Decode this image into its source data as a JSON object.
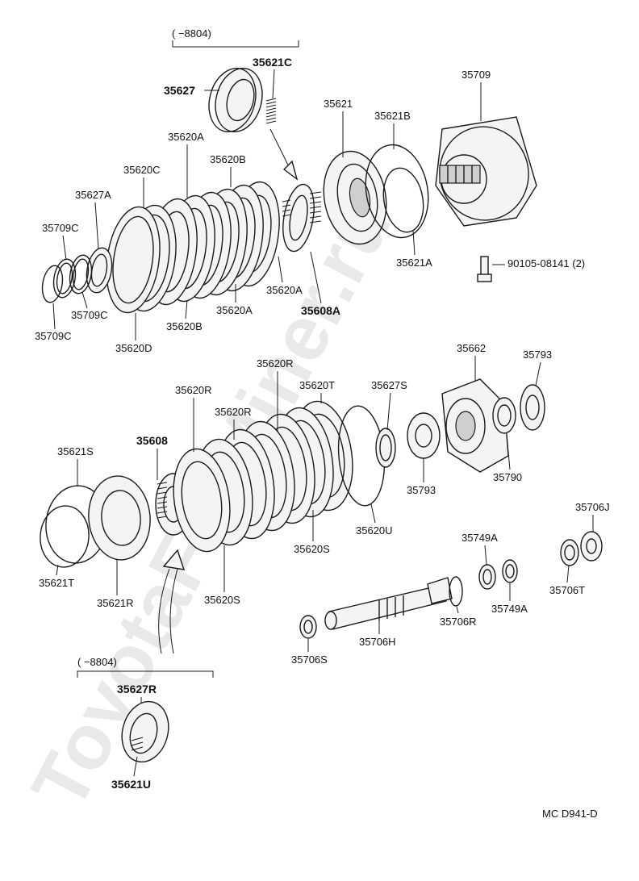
{
  "watermark": "ToyotaForMiner.ru",
  "diagram_code": "MC D941-D",
  "group_top": {
    "range": "(      −8804)"
  },
  "group_bottom": {
    "range": "(      −8804)"
  },
  "labels": {
    "l35621C": "35621C",
    "l35627": "35627",
    "l35709": "35709",
    "l35621": "35621",
    "l35621B": "35621B",
    "l35620A_top": "35620A",
    "l35620B_top": "35620B",
    "l35620C": "35620C",
    "l35627A": "35627A",
    "l35709C_1": "35709C",
    "l35621A": "35621A",
    "l90105": "90105-08141 (2)",
    "l35620A_mid": "35620A",
    "l35608A": "35608A",
    "l35620A_low": "35620A",
    "l35709C_2": "35709C",
    "l35620B_low": "35620B",
    "l35709C_3": "35709C",
    "l35620D": "35620D",
    "l35620R_1": "35620R",
    "l35662": "35662",
    "l35793_1": "35793",
    "l35620R_2": "35620R",
    "l35620T": "35620T",
    "l35627S": "35627S",
    "l35620R_3": "35620R",
    "l35621S": "35621S",
    "l35608": "35608",
    "l35793_2": "35793",
    "l35790": "35790",
    "l35706J": "35706J",
    "l35620U": "35620U",
    "l35749A_1": "35749A",
    "l35620S_1": "35620S",
    "l35621T": "35621T",
    "l35621R": "35621R",
    "l35620S_2": "35620S",
    "l35706T": "35706T",
    "l35706R": "35706R",
    "l35749A_2": "35749A",
    "l35706H": "35706H",
    "l35706S": "35706S",
    "l35627R": "35627R",
    "l35621U": "35621U"
  }
}
